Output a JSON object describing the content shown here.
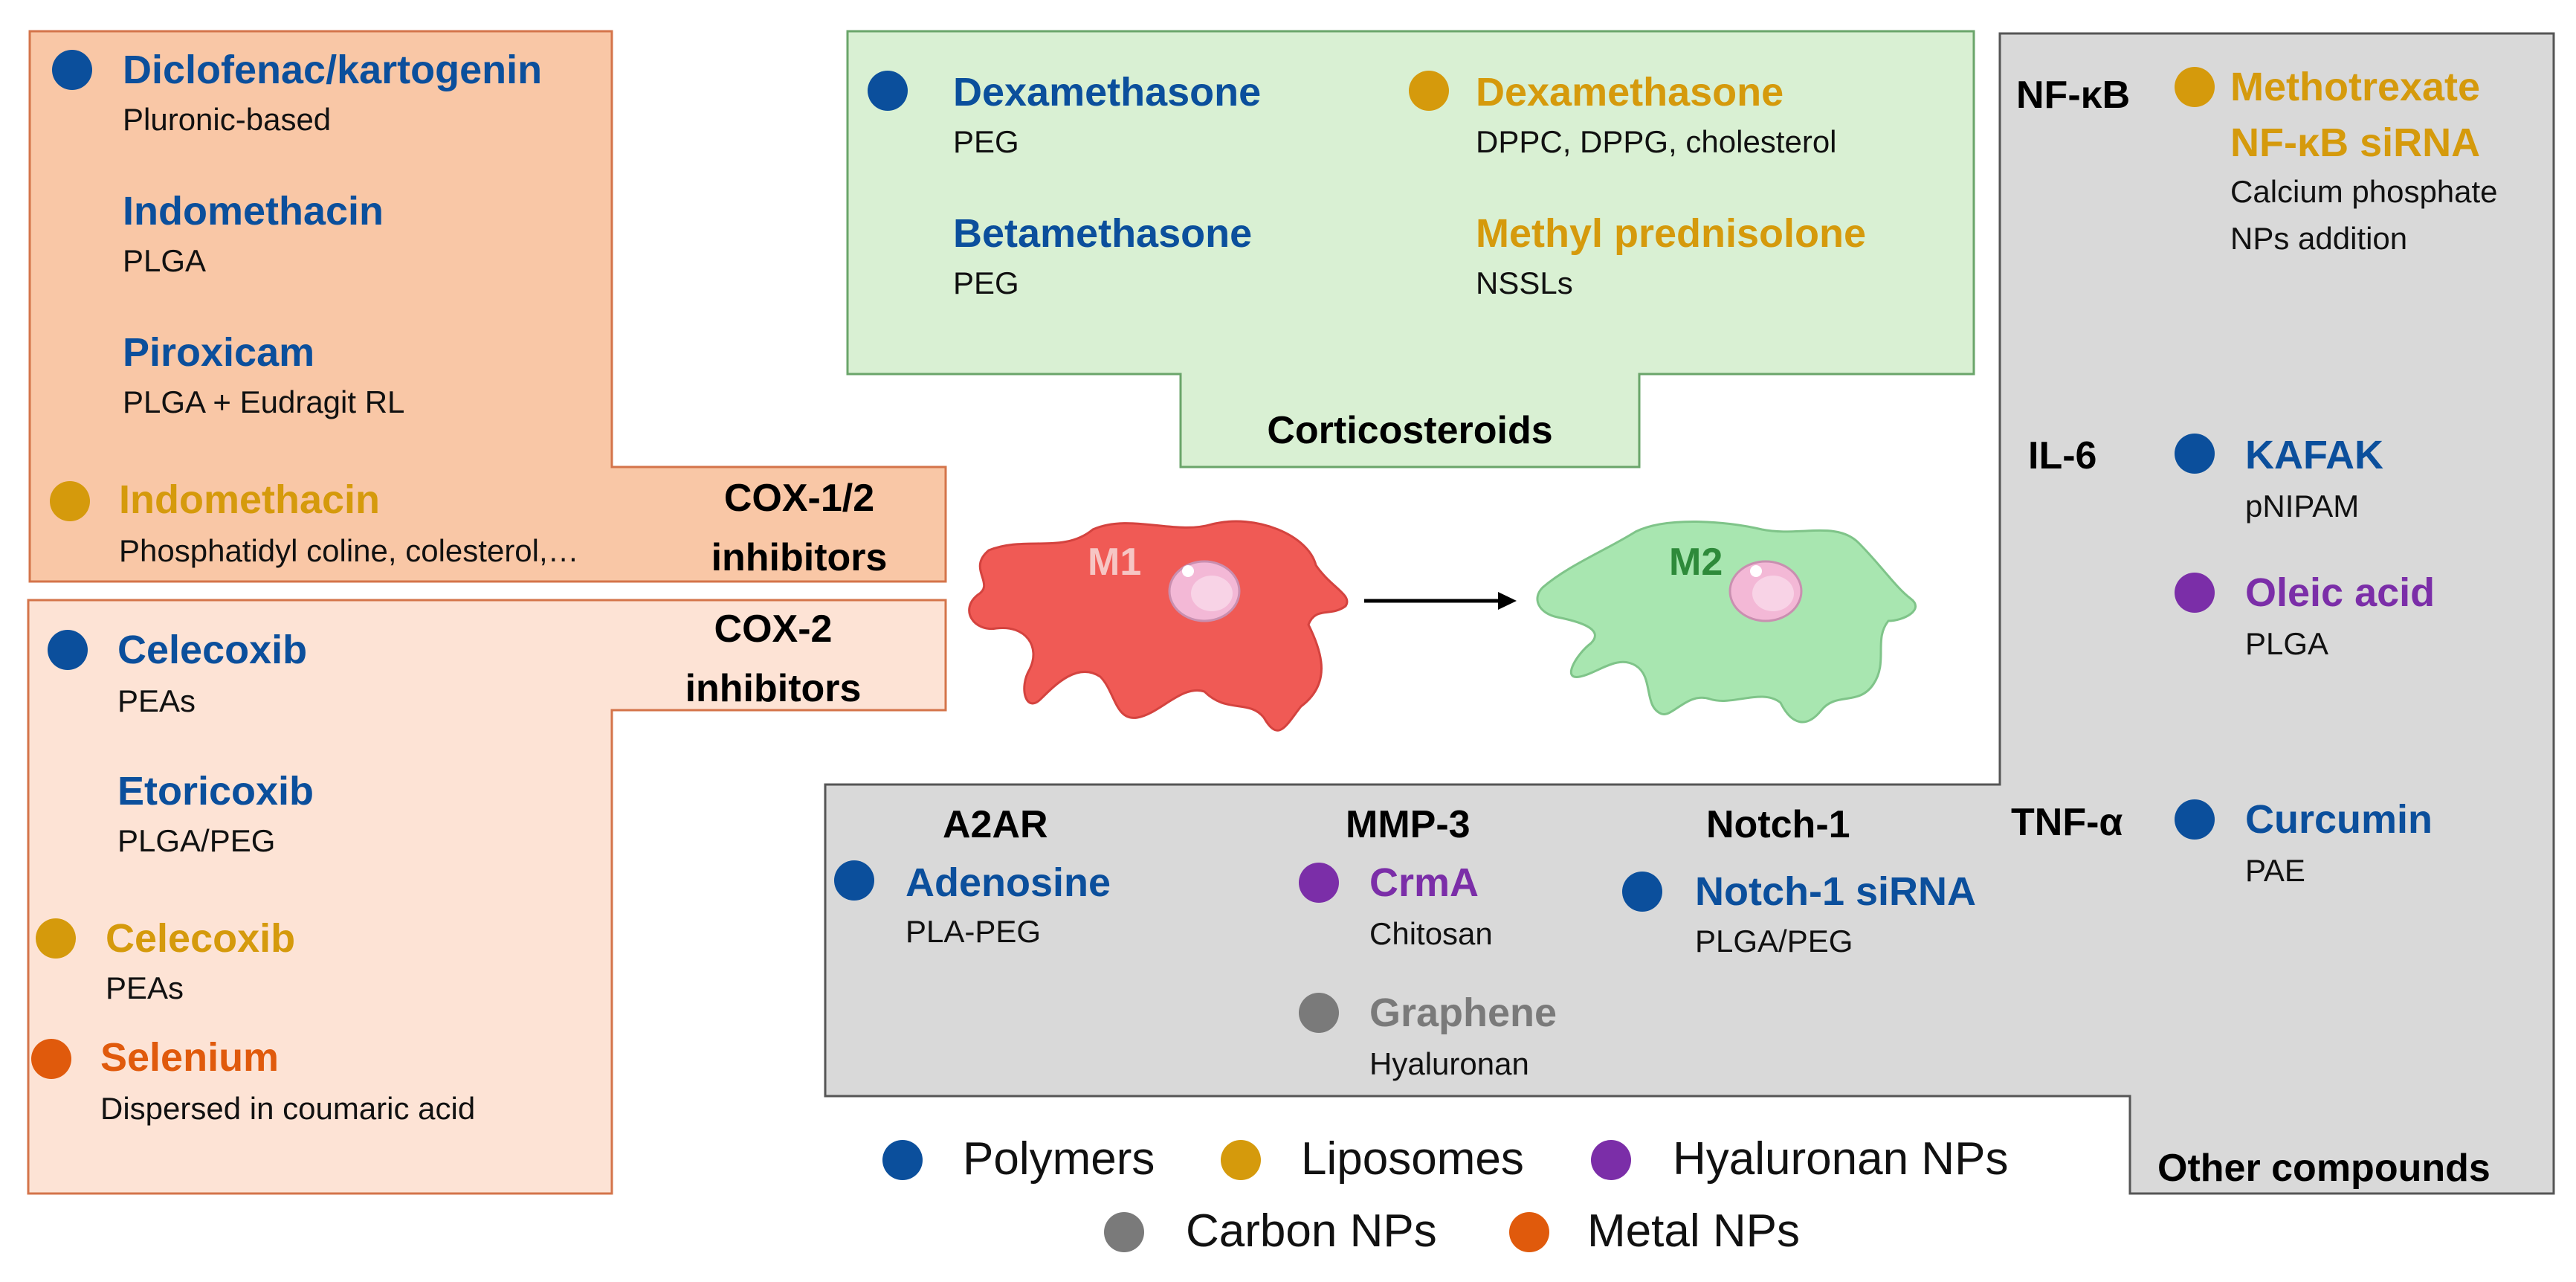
{
  "colors": {
    "Polymers": "#0b4f9c",
    "Liposomes": "#d59a0c",
    "Hyaluronan NPs": "#7b2ea8",
    "Carbon NPs": "#7a7a7a",
    "Metal NPs": "#e05a0c",
    "cox12_fill": "#f9c7a6",
    "cox2_fill": "#fde3d5",
    "cortico_fill": "#d9f0d3",
    "other_fill": "#d9d9d9",
    "m1_fill": "#f05a55",
    "m2_fill": "#a8e6b0"
  },
  "cox12": {
    "label_line1": "COX-1/2",
    "label_line2": "inhibitors",
    "items": [
      {
        "name": "Diclofenac/kartogenin",
        "sub": "Pluronic-based",
        "type": "Polymers",
        "dot": true
      },
      {
        "name": "Indomethacin",
        "sub": "PLGA",
        "type": "Polymers",
        "dot": false
      },
      {
        "name": "Piroxicam",
        "sub": "PLGA + Eudragit RL",
        "type": "Polymers",
        "dot": false
      },
      {
        "name": "Indomethacin",
        "sub": "Phosphatidyl coline, colesterol,…",
        "type": "Liposomes",
        "dot": true
      }
    ]
  },
  "cox2": {
    "label_line1": "COX-2",
    "label_line2": "inhibitors",
    "items": [
      {
        "name": "Celecoxib",
        "sub": "PEAs",
        "type": "Polymers",
        "dot": true
      },
      {
        "name": "Etoricoxib",
        "sub": "PLGA/PEG",
        "type": "Polymers",
        "dot": false
      },
      {
        "name": "Celecoxib",
        "sub": "PEAs",
        "type": "Liposomes",
        "dot": true
      },
      {
        "name": "Selenium",
        "sub": "Dispersed in coumaric acid",
        "type": "Metal NPs",
        "dot": true
      }
    ]
  },
  "cortico": {
    "label": "Corticosteroids",
    "items": [
      {
        "name": "Dexamethasone",
        "sub": "PEG",
        "type": "Polymers",
        "dot": true
      },
      {
        "name": "Betamethasone",
        "sub": "PEG",
        "type": "Polymers",
        "dot": false
      },
      {
        "name": "Dexamethasone",
        "sub": "DPPC, DPPG, cholesterol",
        "type": "Liposomes",
        "dot": true
      },
      {
        "name": "Methyl prednisolone",
        "sub": "NSSLs",
        "type": "Liposomes",
        "dot": false
      }
    ]
  },
  "cells": {
    "m1": "M1",
    "m2": "M2"
  },
  "other": {
    "label": "Other compounds",
    "groups": [
      {
        "target": "NF-κB",
        "name_line1": "Methotrexate",
        "name_line2": "NF-κB siRNA",
        "sub_line1": "Calcium phosphate",
        "sub_line2": "NPs addition",
        "type": "Liposomes"
      },
      {
        "target": "IL-6",
        "name": "KAFAK",
        "sub": "pNIPAM",
        "type": "Polymers"
      },
      {
        "name": "Oleic acid",
        "sub": "PLGA",
        "type": "Hyaluronan NPs"
      },
      {
        "target": "TNF-α",
        "name": "Curcumin",
        "sub": "PAE",
        "type": "Polymers"
      },
      {
        "target": "A2AR",
        "name": "Adenosine",
        "sub": "PLA-PEG",
        "type": "Polymers"
      },
      {
        "target": "MMP-3",
        "name": "CrmA",
        "sub": "Chitosan",
        "type": "Hyaluronan NPs"
      },
      {
        "name": "Graphene",
        "sub": "Hyaluronan",
        "type": "Carbon NPs"
      },
      {
        "target": "Notch-1",
        "name": "Notch-1 siRNA",
        "sub": "PLGA/PEG",
        "type": "Polymers"
      }
    ]
  },
  "legend": {
    "items": [
      {
        "label": "Polymers"
      },
      {
        "label": "Liposomes"
      },
      {
        "label": "Hyaluronan NPs"
      },
      {
        "label": "Carbon NPs"
      },
      {
        "label": "Metal NPs"
      }
    ]
  }
}
